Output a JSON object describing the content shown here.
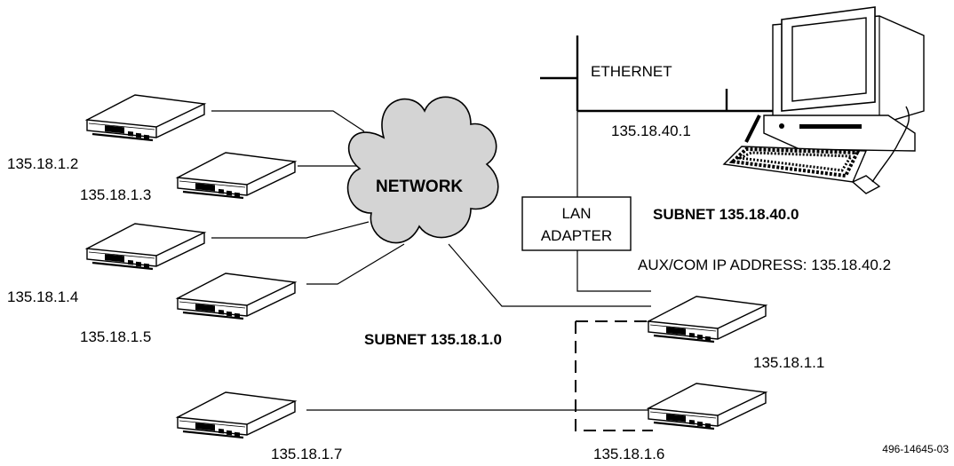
{
  "network_label": "NETWORK",
  "ethernet_label": "ETHERNET",
  "lan_adapter": {
    "line1": "LAN",
    "line2": "ADAPTER"
  },
  "ethernet_ip": "135.18.40.1",
  "subnet_40": "SUBNET 135.18.40.0",
  "aux_com": "AUX/COM IP ADDRESS: 135.18.40.2",
  "subnet_1": "SUBNET 135.18.1.0",
  "figure_id": "496-14645-03",
  "devices": [
    {
      "ip": "135.18.1.2"
    },
    {
      "ip": "135.18.1.3"
    },
    {
      "ip": "135.18.1.4"
    },
    {
      "ip": "135.18.1.5"
    },
    {
      "ip": "135.18.1.1"
    },
    {
      "ip": "135.18.1.6"
    },
    {
      "ip": "135.18.1.7"
    }
  ],
  "icons": [
    "modem-icon",
    "cloud-icon",
    "computer-icon",
    "keyboard-icon",
    "mouse-icon"
  ]
}
